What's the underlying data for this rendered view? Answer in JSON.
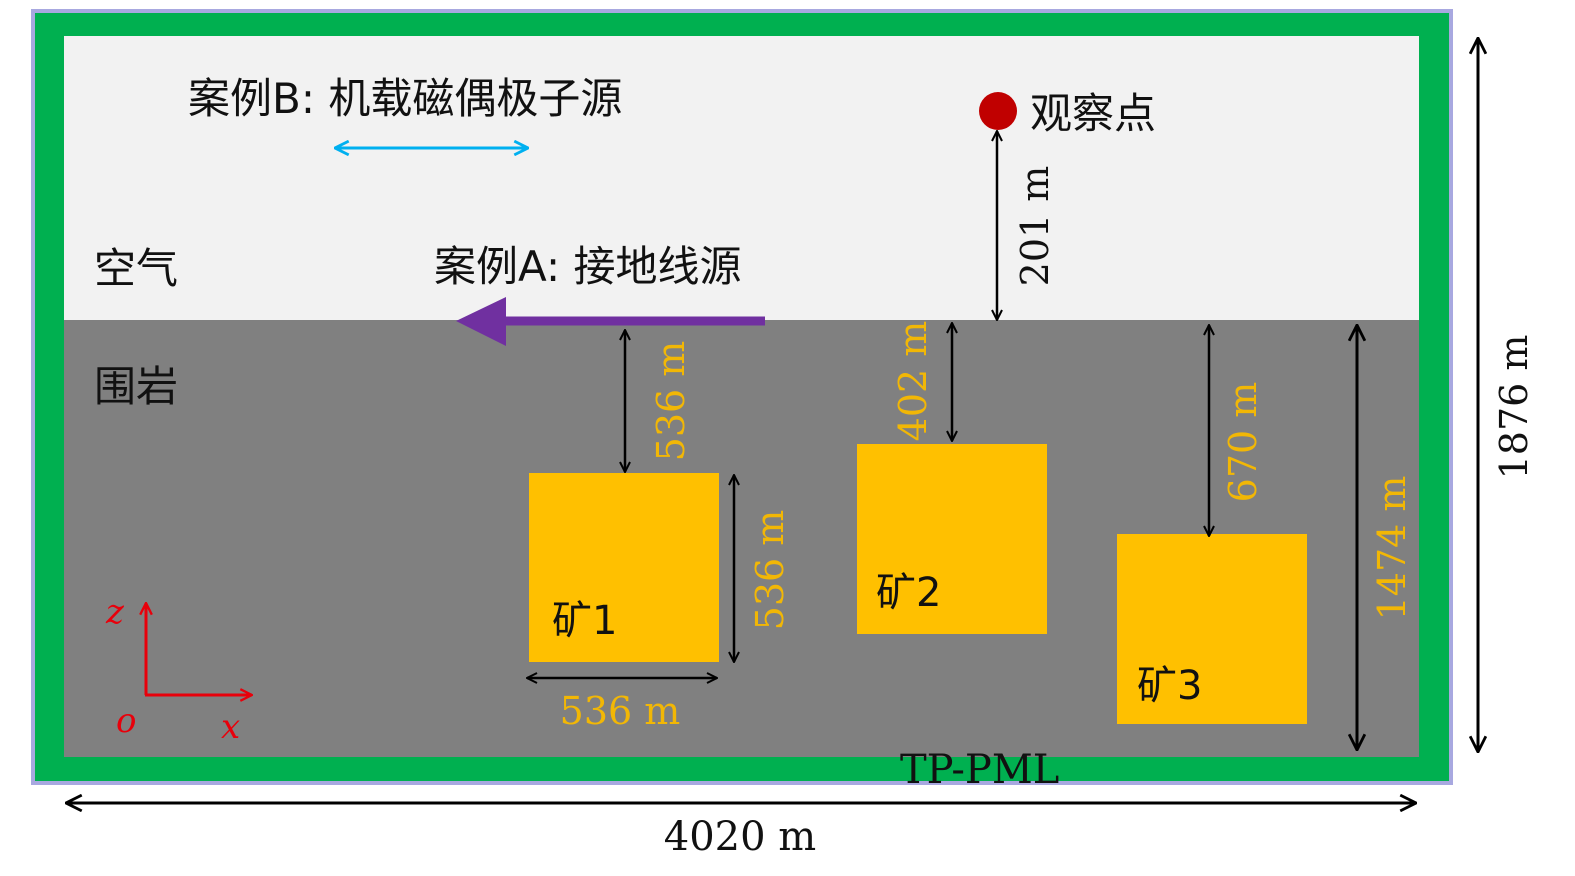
{
  "labels": {
    "case_b": "案例B: 机载磁偶极子源",
    "case_a": "案例A: 接地线源",
    "air": "空气",
    "host_rock": "围岩",
    "observation_point": "观察点",
    "ore1": "矿1",
    "ore2": "矿2",
    "ore3": "矿3",
    "boundary": "TP-PML",
    "axis_z": "z",
    "axis_x": "x",
    "axis_origin": "o"
  },
  "dimensions": {
    "obs_height": "201 m",
    "ore1_depth": "536 m",
    "ore1_height": "536 m",
    "ore1_width": "536 m",
    "ore2_depth": "402 m",
    "ore3_depth": "670 m",
    "ground_depth": "1474 m",
    "total_height": "1876 m",
    "total_width": "4020 m"
  },
  "colors": {
    "pml_border": "#00b050",
    "outer_frame": "#a8a8e0",
    "air": "#f2f2f2",
    "host_rock": "#808080",
    "ore": "#ffc000",
    "observation_point": "#c00000",
    "case_a_source": "#7030a0",
    "case_b_source": "#00b0f0",
    "dimension_text": "#f2b705",
    "axis": "#e8000b"
  },
  "icons": {
    "observation_point": "red-dot-icon",
    "case_a_source": "left-arrow-icon",
    "case_b_source": "double-arrow-icon"
  }
}
